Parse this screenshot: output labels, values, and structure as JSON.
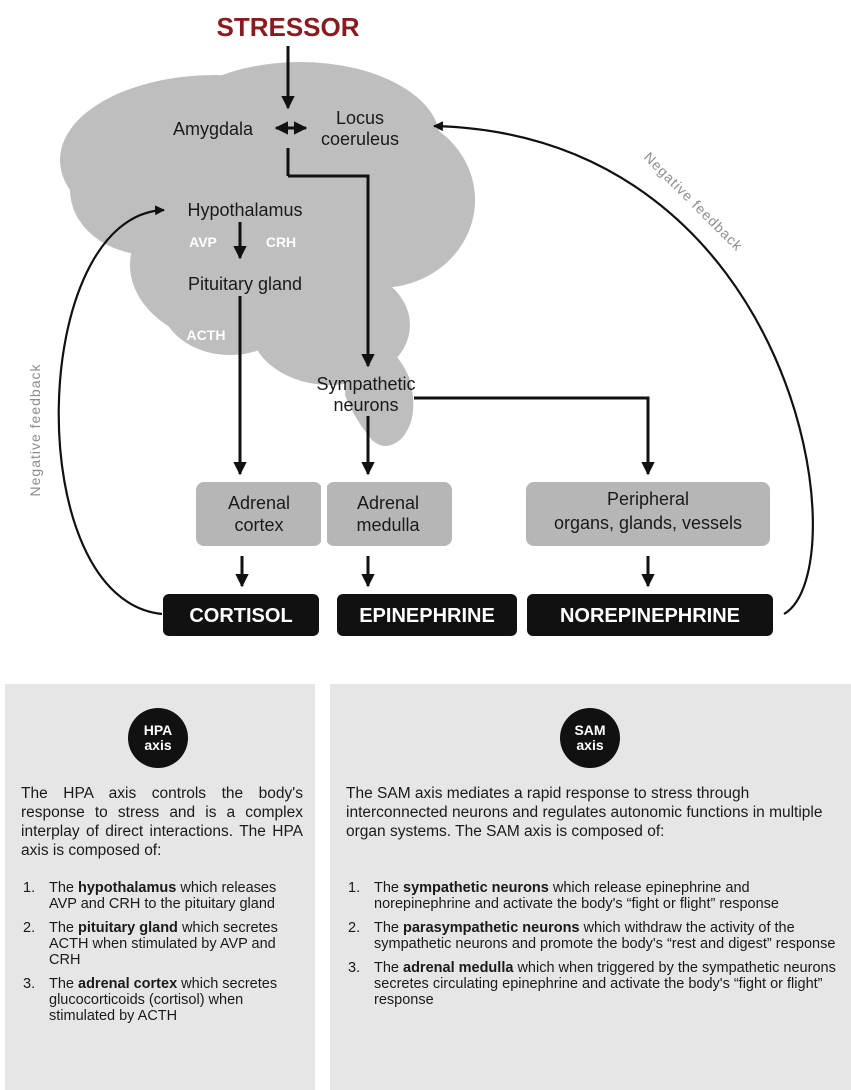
{
  "title": "STRESSOR",
  "nodes": {
    "amygdala": "Amygdala",
    "locus_line1": "Locus",
    "locus_line2": "coeruleus",
    "hypothalamus": "Hypothalamus",
    "avp": "AVP",
    "crh": "CRH",
    "pituitary": "Pituitary gland",
    "acth": "ACTH",
    "sympathetic_line1": "Sympathetic",
    "sympathetic_line2": "neurons",
    "adrenal_cortex_line1": "Adrenal",
    "adrenal_cortex_line2": "cortex",
    "adrenal_medulla_line1": "Adrenal",
    "adrenal_medulla_line2": "medulla",
    "peripheral_line1": "Peripheral",
    "peripheral_line2": "organs, glands, vessels"
  },
  "hormones": {
    "cortisol": "CORTISOL",
    "epinephrine": "EPINEPHRINE",
    "norepinephrine": "NOREPINEPHRINE"
  },
  "feedback_labels": {
    "left": "Negative feedback",
    "right": "Negative feedback"
  },
  "colors": {
    "stressor": "#8b1a1f",
    "brain_fill": "#bebebe",
    "box_fill": "#b6b6b6",
    "hormone_box": "#111111",
    "panel_bg": "#e6e6e6",
    "feedback_text": "#8c8c8c"
  },
  "hpa": {
    "badge_line1": "HPA",
    "badge_line2": "axis",
    "intro": "The HPA axis controls the body's response to stress and is a complex interplay of direct interactions. The HPA axis is composed of:",
    "items": [
      {
        "num": "1.",
        "pre": "The ",
        "bold": "hypothalamus",
        "post": " which releases AVP and CRH to the pituitary gland"
      },
      {
        "num": "2.",
        "pre": "The ",
        "bold": "pituitary gland",
        "post": " which secretes ACTH when stimulated by AVP and CRH"
      },
      {
        "num": "3.",
        "pre": "The ",
        "bold": "adrenal cortex",
        "post": " which secretes glucocorticoids (cortisol) when stimulated by ACTH"
      }
    ]
  },
  "sam": {
    "badge_line1": "SAM",
    "badge_line2": "axis",
    "intro": "The SAM axis mediates a rapid response to stress through interconnected neurons and regulates autonomic functions in multiple organ systems. The SAM axis is composed of:",
    "items": [
      {
        "num": "1.",
        "pre": "The ",
        "bold": "sympathetic neurons",
        "post": " which release epinephrine and norepinephrine and activate the body's “fight or flight” response"
      },
      {
        "num": "2.",
        "pre": "The ",
        "bold": "parasympathetic neurons",
        "post": " which withdraw the activity of the sympathetic neurons and promote the body's “rest and digest” response"
      },
      {
        "num": "3.",
        "pre": "The ",
        "bold": "adrenal medulla",
        "post": " which when triggered by the sympathetic neurons secretes circulating epinephrine and activate the body's “fight or flight” response"
      }
    ]
  }
}
